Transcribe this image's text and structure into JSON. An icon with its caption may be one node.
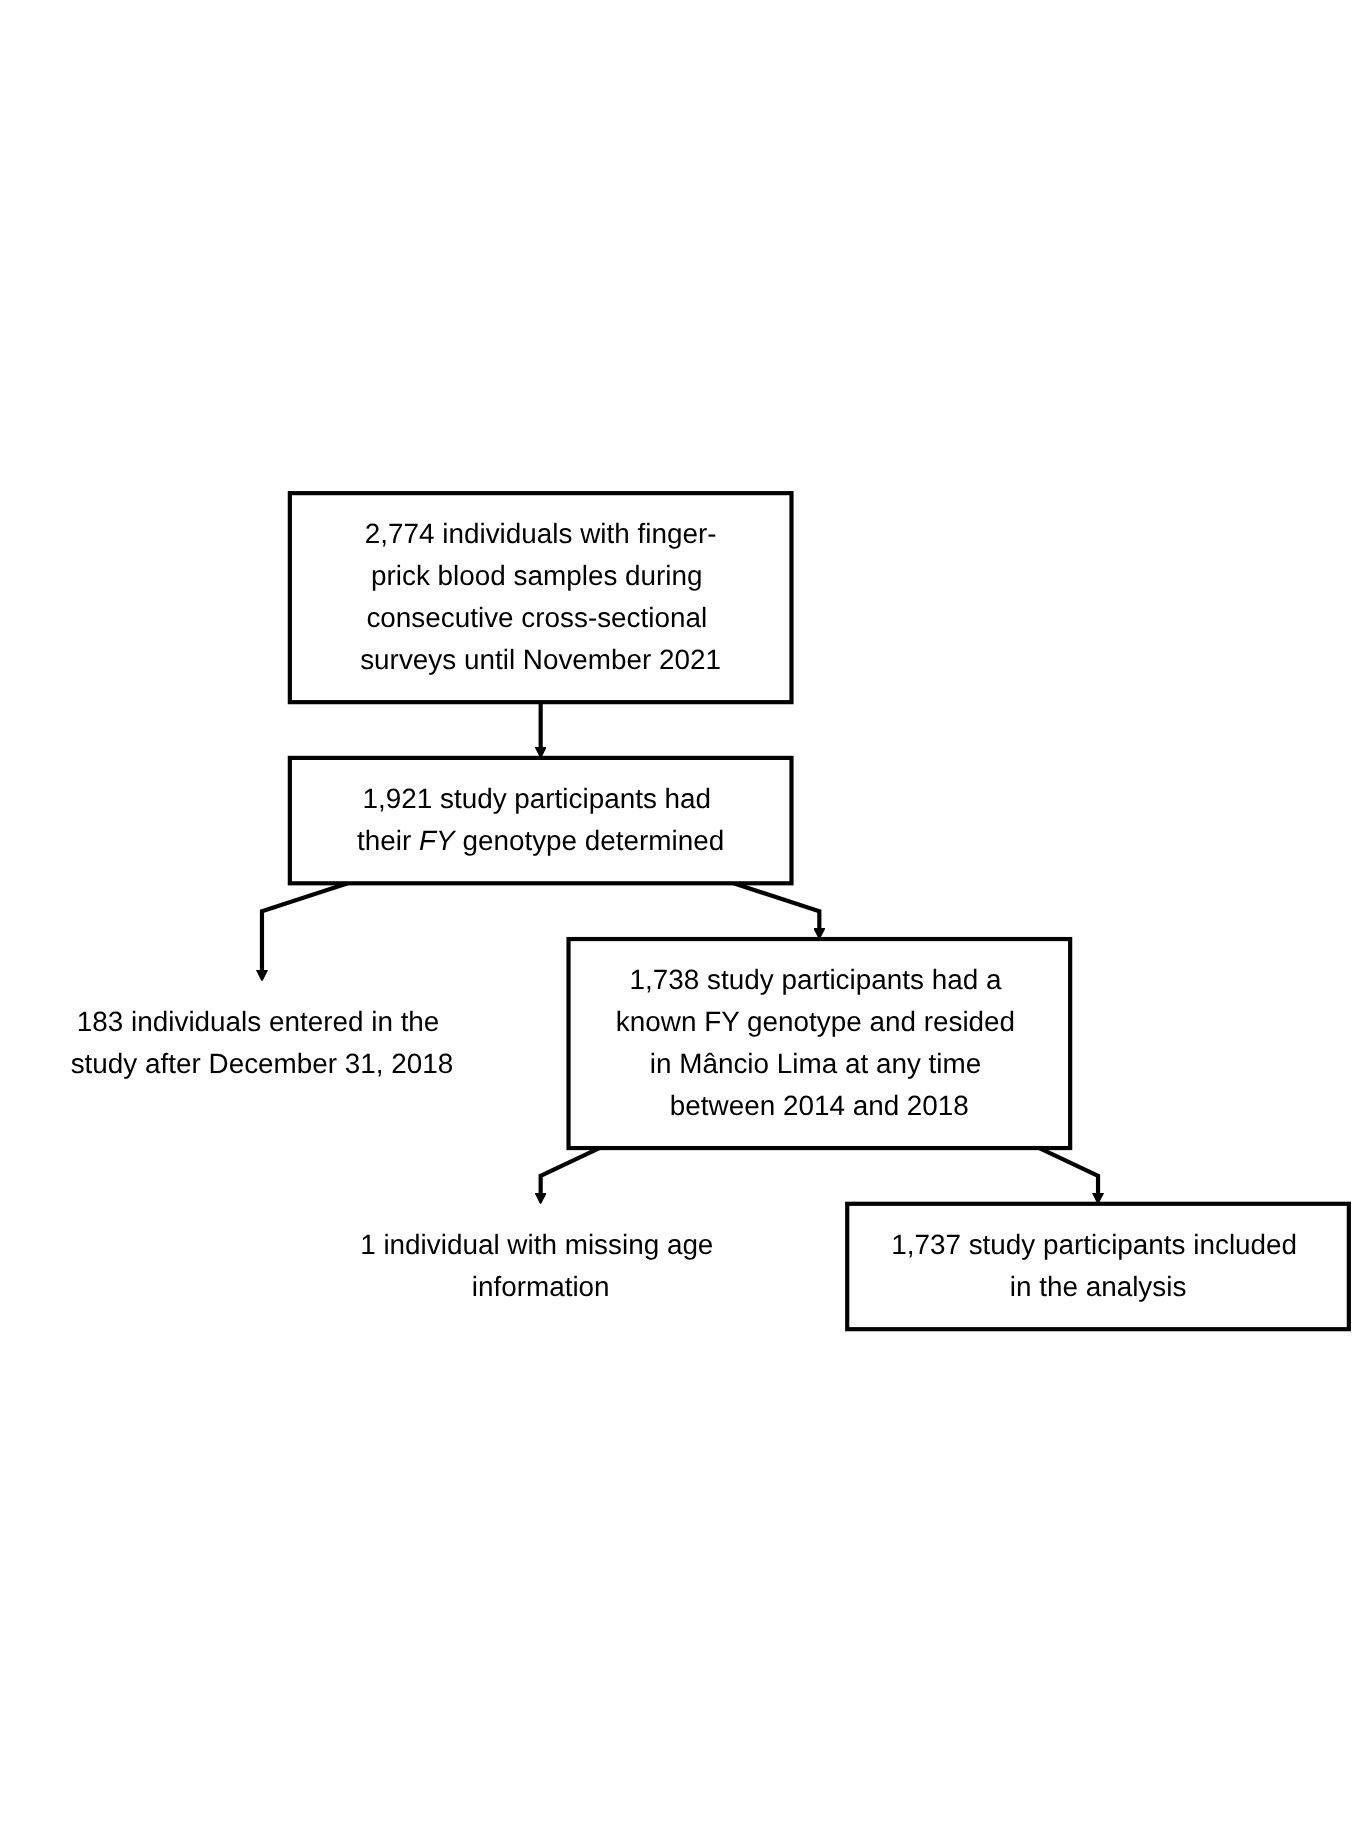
{
  "diagram": {
    "nodes": [
      {
        "text": [
          "2,774 individuals with finger-prick blood samples during consecutive cross-sectional surveys until November 2021"
        ]
      },
      {
        "text": [
          "1,921 study participants had their *FY* genotype determined"
        ]
      },
      {
        "text": [
          "183 individuals entered in the study after December 31, 2018"
        ]
      },
      {
        "text": [
          "1,738 study participants had a known FY genotype and resided in Mâncio Lima at any time between 2014 and 2018"
        ]
      },
      {
        "text": [
          "1 individual with missing age information"
        ]
      },
      {
        "text": [
          "1,737 study participants included in the analysis"
        ]
      }
    ],
    "edges": [
      {
        "from": 0,
        "to": 1,
        "arrow": "to"
      },
      {
        "from": 1,
        "to": 2,
        "arrow": "to"
      },
      {
        "from": 1,
        "to": 3,
        "arrow": "to"
      },
      {
        "from": 3,
        "to": 4,
        "arrow": "to"
      },
      {
        "from": 3,
        "to": 5,
        "arrow": "to"
      }
    ]
  }
}
